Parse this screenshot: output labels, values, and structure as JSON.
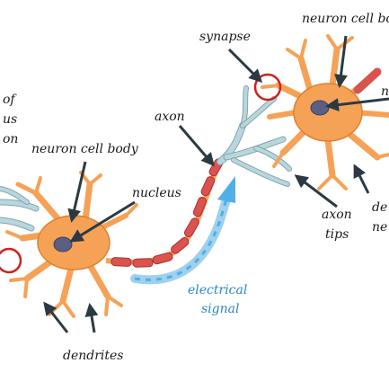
{
  "labels": {
    "cell_body_left": "neuron cell body",
    "cell_body_right": "neuron cell bo",
    "nucleus": "nucleus",
    "axon": "axon",
    "synapse": "synapse",
    "axon_tips_line1": "axon",
    "axon_tips_line2": "tips",
    "dendrites": "dendrites",
    "signal_line1": "electrical",
    "signal_line2": "signal",
    "cut_left_1": "of",
    "cut_left_2": "us",
    "cut_left_3": "on",
    "cut_right_1": "n",
    "cut_right_2": "de",
    "cut_right_3": "ne"
  },
  "colors": {
    "cell_body": "#f5a257",
    "axon_myelin": "#d9534f",
    "axon_tips": "#b9d6dc",
    "signal": "#2a86c8",
    "synapse_circle": "#d0211e",
    "pointer": "#2b3a42"
  }
}
